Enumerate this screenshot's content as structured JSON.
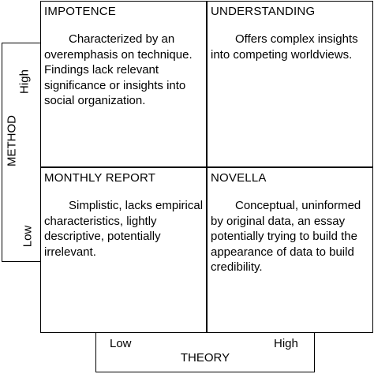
{
  "y_axis": {
    "title": "METHOD",
    "high": "High",
    "low": "Low"
  },
  "x_axis": {
    "title": "THEORY",
    "low": "Low",
    "high": "High"
  },
  "quadrants": {
    "top_left": {
      "title": "IMPOTENCE",
      "description": "Characterized by an overemphasis on technique. Findings lack relevant significance or insights into social organization."
    },
    "top_right": {
      "title": "UNDERSTANDING",
      "description": "Offers complex insights into competing worldviews."
    },
    "bottom_left": {
      "title": "MONTHLY REPORT",
      "description": "Simplistic, lacks empirical characteristics, lightly descriptive, potentially irrelevant."
    },
    "bottom_right": {
      "title": "NOVELLA",
      "description": "Conceptual, uninformed by original data, an essay potentially trying to build the appearance of data to build credibility."
    }
  }
}
